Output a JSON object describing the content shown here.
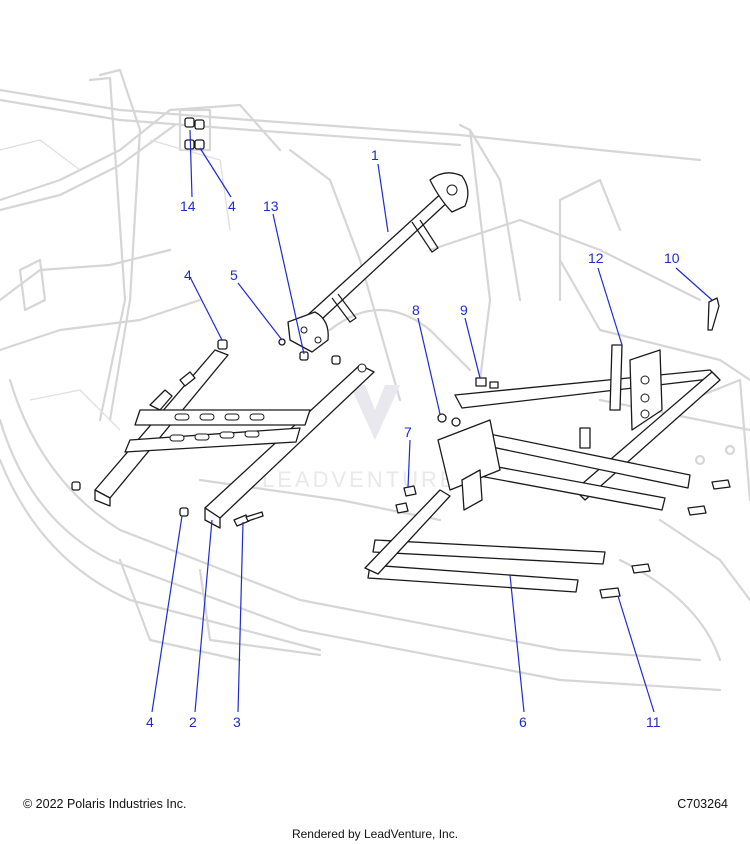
{
  "callouts": {
    "c1": "1",
    "c2": "2",
    "c3": "3",
    "c4a": "4",
    "c4b": "4",
    "c4c": "4",
    "c5": "5",
    "c6": "6",
    "c7": "7",
    "c8": "8",
    "c9": "9",
    "c10": "10",
    "c11": "11",
    "c12": "12",
    "c13": "13",
    "c14": "14"
  },
  "footer": {
    "copyright": "© 2022 Polaris Industries Inc.",
    "drawing_number": "C703264",
    "rendered_by": "Rendered by LeadVenture, Inc."
  },
  "watermark": "LEADVENTURE",
  "colors": {
    "callout": "#1f2bd1",
    "frame": "#d6d6d6",
    "part_outline": "#1a1a1a"
  }
}
